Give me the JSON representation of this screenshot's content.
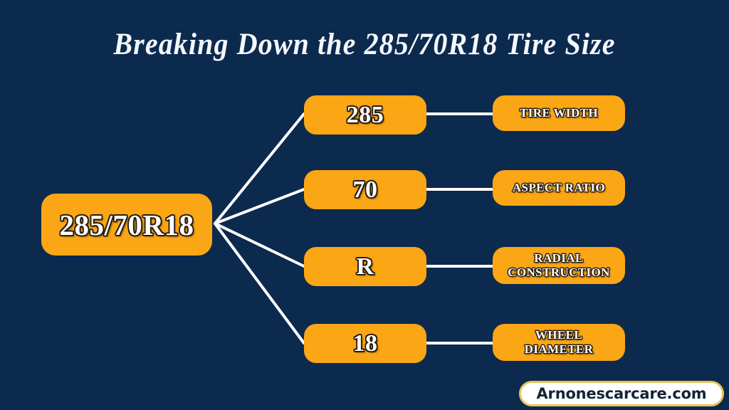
{
  "page": {
    "title": "Breaking Down the 285/70R18 Tire Size",
    "background_color": "#0c2a4e",
    "accent_color": "#fba614",
    "text_color": "#ffffff"
  },
  "root": {
    "label": "285/70R18"
  },
  "branches": [
    {
      "code": "285",
      "meaning_lines": [
        "TIRE WIDTH"
      ]
    },
    {
      "code": "70",
      "meaning_lines": [
        "ASPECT RATIO"
      ]
    },
    {
      "code": "R",
      "meaning_lines": [
        "RADIAL",
        "CONSTRUCTION"
      ]
    },
    {
      "code": "18",
      "meaning_lines": [
        "WHEEL",
        "DIAMETER"
      ]
    }
  ],
  "watermark": {
    "label": "Arnonescarcare.com",
    "border_color": "#e8c45a",
    "background_color": "#ffffff"
  }
}
